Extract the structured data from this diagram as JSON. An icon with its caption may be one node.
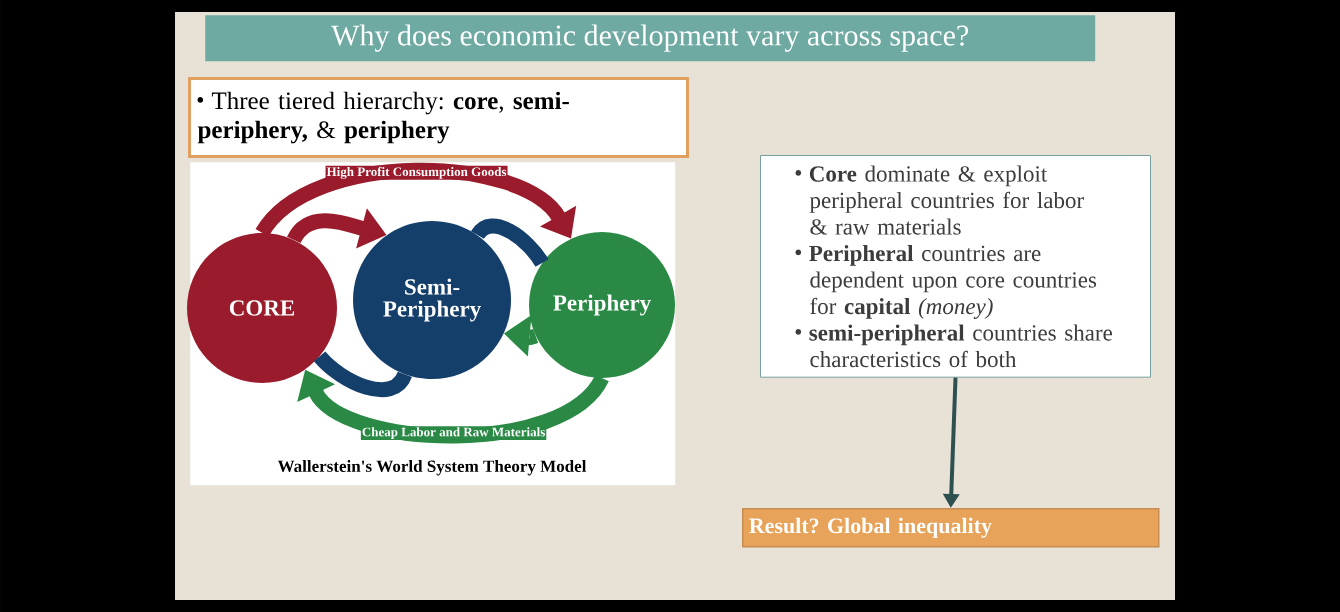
{
  "diagram": {
    "title": "Why does economic development vary across space?",
    "nodes": [
      {
        "text": [
          "Three tiered hierarchy: **core**, **semi-periphery,** & **periphery**"
        ]
      },
      {
        "text": [
          "Wallerstein's World System Theory Model"
        ]
      },
      {
        "text": [
          "CORE"
        ],
        "in": 1
      },
      {
        "text": [
          "Semi- Periphery"
        ],
        "in": 1
      },
      {
        "text": [
          "Periphery"
        ],
        "in": 1
      },
      {
        "text": [
          "**Core** dominate & exploit peripheral countries for labor & raw materials",
          "**Peripheral** countries are dependent upon core countries for **capital** *(money)*",
          "**semi-peripheral** countries share characteristics of both"
        ]
      },
      {
        "text": [
          "Result? Global inequality"
        ]
      }
    ],
    "edges": [
      {
        "from": 3,
        "to": 2,
        "arrow": "none",
        "color": "#143f6b"
      },
      {
        "from": 3,
        "to": 4,
        "arrow": "none",
        "color": "#143f6b"
      },
      {
        "from": 2,
        "to": 3,
        "arrow": "to",
        "color": "#9a1b2c"
      },
      {
        "from": 2,
        "to": 4,
        "arrow": "to",
        "color": "#9a1b2c",
        "label": "High Profit Consumption Goods"
      },
      {
        "from": 4,
        "to": 2,
        "arrow": "to",
        "color": "#2a8a45",
        "label": "Cheap Labor and Raw Materials"
      },
      {
        "from": 4,
        "to": 3,
        "arrow": "to",
        "color": "#2a8a45"
      },
      {
        "from": 5,
        "to": 6,
        "arrow": "to"
      }
    ]
  }
}
